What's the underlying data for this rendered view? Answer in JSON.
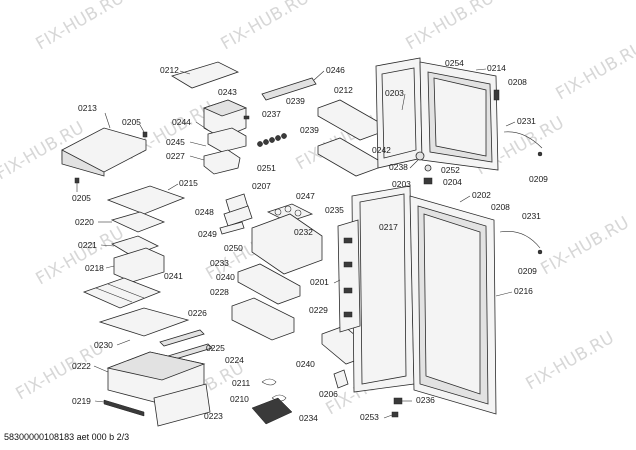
{
  "watermark": "FIX-HUB.RU",
  "footer": "58300000108183 aet 000 b 2/3",
  "part_labels": [
    "0212",
    "0246",
    "0243",
    "0239",
    "0237",
    "0212",
    "0213",
    "0205",
    "0244",
    "0245",
    "0227",
    "0251",
    "0239",
    "0205",
    "0215",
    "0207",
    "0248",
    "0247",
    "0249",
    "0232",
    "0220",
    "0221",
    "0250",
    "0218",
    "0241",
    "0233",
    "0240",
    "0228",
    "0226",
    "0225",
    "0230",
    "0224",
    "0222",
    "0211",
    "0210",
    "0234",
    "0219",
    "0223",
    "0254",
    "0214",
    "0208",
    "0203",
    "0242",
    "0231",
    "0238",
    "0252",
    "0204",
    "0203",
    "0209",
    "0202",
    "0208",
    "0217",
    "0235",
    "0231",
    "0209",
    "0201",
    "0216",
    "0229",
    "0240",
    "0206",
    "0236",
    "0253"
  ]
}
